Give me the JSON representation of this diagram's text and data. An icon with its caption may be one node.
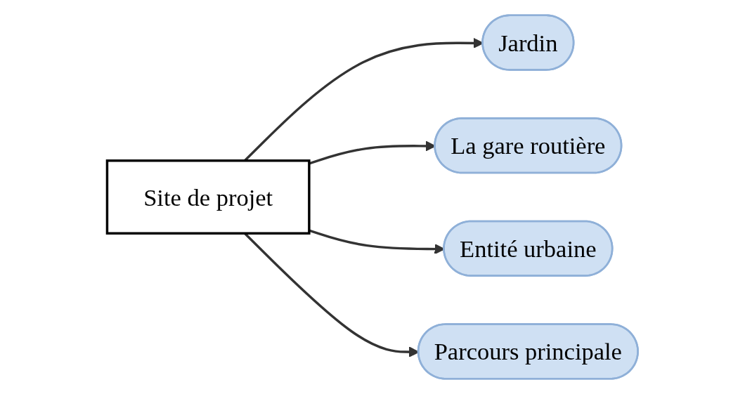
{
  "diagram": {
    "nodes": [
      {
        "text": [
          "Jardin"
        ]
      },
      {
        "text": [
          "La gare routière"
        ]
      },
      {
        "text": [
          "Site de projet"
        ]
      },
      {
        "text": [
          "Entité urbaine"
        ]
      },
      {
        "text": [
          "Parcours principale"
        ]
      }
    ],
    "edges": [
      {
        "from": 2,
        "to": 0,
        "arrow": "to"
      },
      {
        "from": 2,
        "to": 1,
        "arrow": "to"
      },
      {
        "from": 2,
        "to": 3,
        "arrow": "to"
      },
      {
        "from": 2,
        "to": 4,
        "arrow": "to"
      }
    ]
  }
}
